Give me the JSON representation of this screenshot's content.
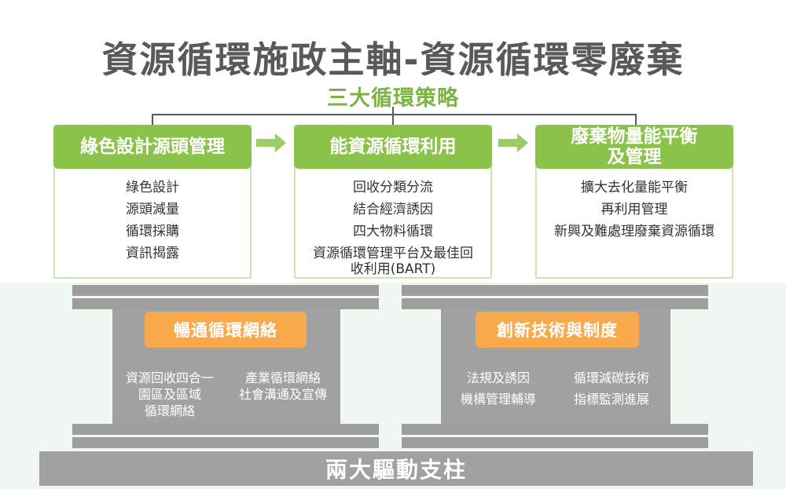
{
  "title": "資源循環施政主軸-資源循環零廢棄",
  "subtitle": "三大循環策略",
  "strategies": [
    {
      "heading": "綠色設計源頭管理",
      "items": [
        "綠色設計",
        "源頭減量",
        "循環採購",
        "資訊揭露"
      ]
    },
    {
      "heading": "能資源循環利用",
      "items": [
        "回收分類分流",
        "結合經濟誘因",
        "四大物料循環",
        "資源循環管理平台及最佳回收利用(BART)"
      ]
    },
    {
      "heading": "廢棄物量能平衡及管理",
      "items": [
        "擴大去化量能平衡",
        "再利用管理",
        "新興及難處理廢棄資源循環"
      ]
    }
  ],
  "pillars": [
    {
      "title": "暢通循環網絡",
      "left_items": [
        "資源回收四合一",
        "園區及區域循環網絡"
      ],
      "right_items": [
        "產業循環網絡",
        "社會溝通及宣傳"
      ]
    },
    {
      "title": "創新技術與制度",
      "left_items": [
        "法規及誘因",
        "機構管理輔導"
      ],
      "right_items": [
        "循環減碳技術",
        "指標監測進展"
      ]
    }
  ],
  "base_label": "兩大驅動支柱",
  "colors": {
    "title": "#58595b",
    "green": "#8bc34a",
    "orange": "#f7a94b",
    "gray": "#a1a1a1"
  }
}
